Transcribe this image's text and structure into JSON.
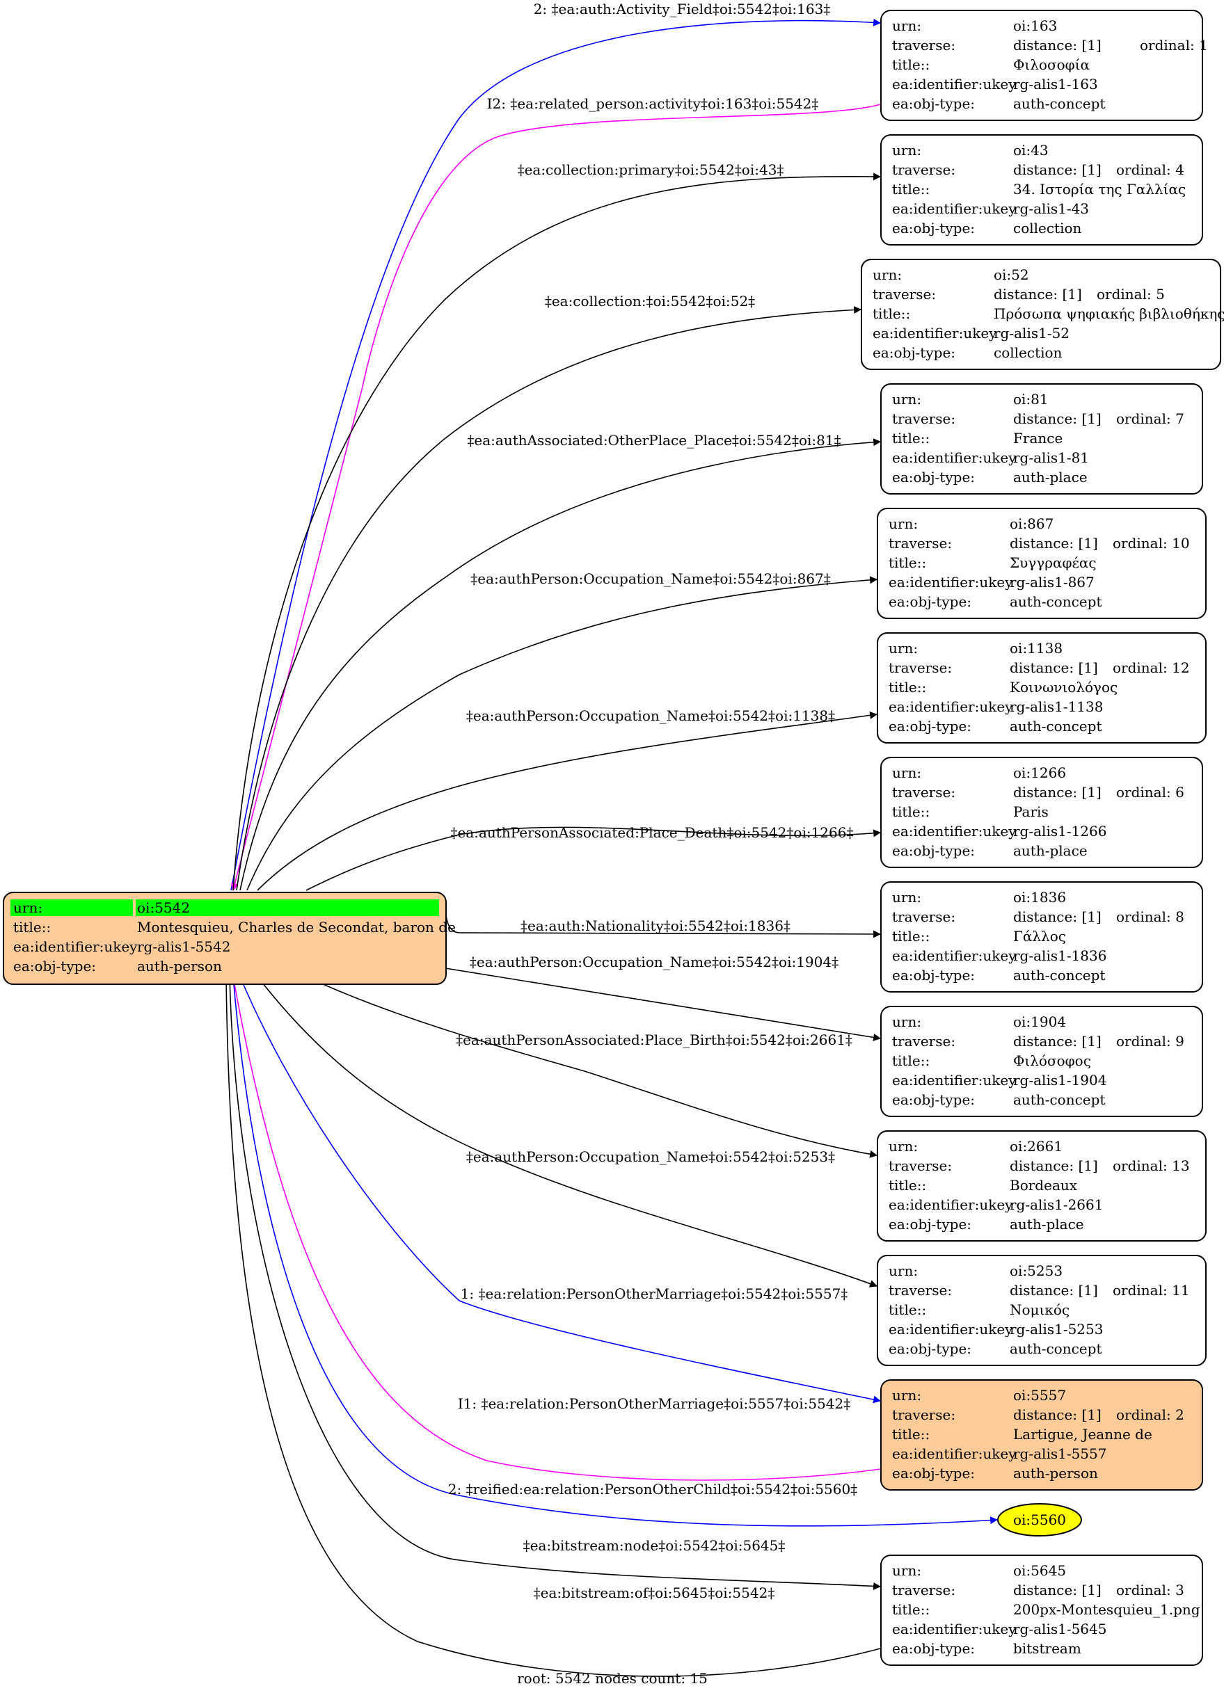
{
  "root": {
    "rows": [
      {
        "key": "urn:",
        "value": "oi:5542",
        "highlight": true
      },
      {
        "key": "title::",
        "value": "Montesquieu, Charles de Secondat, baron de"
      },
      {
        "key": "ea:identifier:ukey",
        "value": "rg-alis1-5542"
      },
      {
        "key": "ea:obj-type:",
        "value": "auth-person"
      }
    ],
    "fill": "#ffcc99",
    "highlight_color": "#00ff00"
  },
  "nodes": [
    {
      "id": "oi:163",
      "rows": [
        {
          "key": "urn:",
          "value": "oi:163"
        },
        {
          "key": "traverse:",
          "value": "distance: [1]",
          "extra": "ordinal: 1"
        },
        {
          "key": "title::",
          "value": "Φιλοσοφία"
        },
        {
          "key": "ea:identifier:ukey",
          "value": "rg-alis1-163"
        },
        {
          "key": "ea:obj-type:",
          "value": "auth-concept"
        }
      ]
    },
    {
      "id": "oi:43",
      "rows": [
        {
          "key": "urn:",
          "value": "oi:43"
        },
        {
          "key": "traverse:",
          "value": "distance: [1]",
          "extra": "ordinal: 4"
        },
        {
          "key": "title::",
          "value": "34. Ιστορία της Γαλλίας"
        },
        {
          "key": "ea:identifier:ukey",
          "value": "rg-alis1-43"
        },
        {
          "key": "ea:obj-type:",
          "value": "collection"
        }
      ]
    },
    {
      "id": "oi:52",
      "rows": [
        {
          "key": "urn:",
          "value": "oi:52"
        },
        {
          "key": "traverse:",
          "value": "distance: [1]",
          "extra": "ordinal: 5"
        },
        {
          "key": "title::",
          "value": "Πρόσωπα ψηφιακής βιβλιοθήκης"
        },
        {
          "key": "ea:identifier:ukey",
          "value": "rg-alis1-52"
        },
        {
          "key": "ea:obj-type:",
          "value": "collection"
        }
      ]
    },
    {
      "id": "oi:81",
      "rows": [
        {
          "key": "urn:",
          "value": "oi:81"
        },
        {
          "key": "traverse:",
          "value": "distance: [1]",
          "extra": "ordinal: 7"
        },
        {
          "key": "title::",
          "value": "France"
        },
        {
          "key": "ea:identifier:ukey",
          "value": "rg-alis1-81"
        },
        {
          "key": "ea:obj-type:",
          "value": "auth-place"
        }
      ]
    },
    {
      "id": "oi:867",
      "rows": [
        {
          "key": "urn:",
          "value": "oi:867"
        },
        {
          "key": "traverse:",
          "value": "distance: [1]",
          "extra": "ordinal: 10"
        },
        {
          "key": "title::",
          "value": "Συγγραφέας"
        },
        {
          "key": "ea:identifier:ukey",
          "value": "rg-alis1-867"
        },
        {
          "key": "ea:obj-type:",
          "value": "auth-concept"
        }
      ]
    },
    {
      "id": "oi:1138",
      "rows": [
        {
          "key": "urn:",
          "value": "oi:1138"
        },
        {
          "key": "traverse:",
          "value": "distance: [1]",
          "extra": "ordinal: 12"
        },
        {
          "key": "title::",
          "value": "Κοινωνιολόγος"
        },
        {
          "key": "ea:identifier:ukey",
          "value": "rg-alis1-1138"
        },
        {
          "key": "ea:obj-type:",
          "value": "auth-concept"
        }
      ]
    },
    {
      "id": "oi:1266",
      "rows": [
        {
          "key": "urn:",
          "value": "oi:1266"
        },
        {
          "key": "traverse:",
          "value": "distance: [1]",
          "extra": "ordinal: 6"
        },
        {
          "key": "title::",
          "value": "Paris"
        },
        {
          "key": "ea:identifier:ukey",
          "value": "rg-alis1-1266"
        },
        {
          "key": "ea:obj-type:",
          "value": "auth-place"
        }
      ]
    },
    {
      "id": "oi:1836",
      "rows": [
        {
          "key": "urn:",
          "value": "oi:1836"
        },
        {
          "key": "traverse:",
          "value": "distance: [1]",
          "extra": "ordinal: 8"
        },
        {
          "key": "title::",
          "value": "Γάλλος"
        },
        {
          "key": "ea:identifier:ukey",
          "value": "rg-alis1-1836"
        },
        {
          "key": "ea:obj-type:",
          "value": "auth-concept"
        }
      ]
    },
    {
      "id": "oi:1904",
      "rows": [
        {
          "key": "urn:",
          "value": "oi:1904"
        },
        {
          "key": "traverse:",
          "value": "distance: [1]",
          "extra": "ordinal: 9"
        },
        {
          "key": "title::",
          "value": "Φιλόσοφος"
        },
        {
          "key": "ea:identifier:ukey",
          "value": "rg-alis1-1904"
        },
        {
          "key": "ea:obj-type:",
          "value": "auth-concept"
        }
      ]
    },
    {
      "id": "oi:2661",
      "rows": [
        {
          "key": "urn:",
          "value": "oi:2661"
        },
        {
          "key": "traverse:",
          "value": "distance: [1]",
          "extra": "ordinal: 13"
        },
        {
          "key": "title::",
          "value": "Bordeaux"
        },
        {
          "key": "ea:identifier:ukey",
          "value": "rg-alis1-2661"
        },
        {
          "key": "ea:obj-type:",
          "value": "auth-place"
        }
      ]
    },
    {
      "id": "oi:5253",
      "rows": [
        {
          "key": "urn:",
          "value": "oi:5253"
        },
        {
          "key": "traverse:",
          "value": "distance: [1]",
          "extra": "ordinal: 11"
        },
        {
          "key": "title::",
          "value": "Νομικός"
        },
        {
          "key": "ea:identifier:ukey",
          "value": "rg-alis1-5253"
        },
        {
          "key": "ea:obj-type:",
          "value": "auth-concept"
        }
      ]
    },
    {
      "id": "oi:5557",
      "fill": "#ffcc99",
      "rows": [
        {
          "key": "urn:",
          "value": "oi:5557"
        },
        {
          "key": "traverse:",
          "value": "distance: [1]",
          "extra": "ordinal: 2"
        },
        {
          "key": "title::",
          "value": "Lartigue, Jeanne de"
        },
        {
          "key": "ea:identifier:ukey",
          "value": "rg-alis1-5557"
        },
        {
          "key": "ea:obj-type:",
          "value": "auth-person"
        }
      ]
    },
    {
      "id": "oi:5645",
      "rows": [
        {
          "key": "urn:",
          "value": "oi:5645"
        },
        {
          "key": "traverse:",
          "value": "distance: [1]",
          "extra": "ordinal: 3"
        },
        {
          "key": "title::",
          "value": "200px-Montesquieu_1.png"
        },
        {
          "key": "ea:identifier:ukey",
          "value": "rg-alis1-5645"
        },
        {
          "key": "ea:obj-type:",
          "value": "bitstream"
        }
      ]
    }
  ],
  "ellipse_node": {
    "label": "oi:5560",
    "fill": "#ffff00"
  },
  "edges": [
    {
      "label": "2: ‡ea:auth:Activity_Field‡oi:5542‡oi:163‡",
      "color": "#0000ff"
    },
    {
      "label": "I2: ‡ea:related_person:activity‡oi:163‡oi:5542‡",
      "color": "#ff00ff"
    },
    {
      "label": "‡ea:collection:primary‡oi:5542‡oi:43‡",
      "color": "#000000"
    },
    {
      "label": "‡ea:collection:‡oi:5542‡oi:52‡",
      "color": "#000000"
    },
    {
      "label": "‡ea:authAssociated:OtherPlace_Place‡oi:5542‡oi:81‡",
      "color": "#000000"
    },
    {
      "label": "‡ea:authPerson:Occupation_Name‡oi:5542‡oi:867‡",
      "color": "#000000"
    },
    {
      "label": "‡ea:authPerson:Occupation_Name‡oi:5542‡oi:1138‡",
      "color": "#000000"
    },
    {
      "label": "‡ea:authPersonAssociated:Place_Death‡oi:5542‡oi:1266‡",
      "color": "#000000"
    },
    {
      "label": "‡ea:auth:Nationality‡oi:5542‡oi:1836‡",
      "color": "#000000"
    },
    {
      "label": "‡ea:authPerson:Occupation_Name‡oi:5542‡oi:1904‡",
      "color": "#000000"
    },
    {
      "label": "‡ea:authPersonAssociated:Place_Birth‡oi:5542‡oi:2661‡",
      "color": "#000000"
    },
    {
      "label": "‡ea:authPerson:Occupation_Name‡oi:5542‡oi:5253‡",
      "color": "#000000"
    },
    {
      "label": "1: ‡ea:relation:PersonOtherMarriage‡oi:5542‡oi:5557‡",
      "color": "#0000ff"
    },
    {
      "label": "I1: ‡ea:relation:PersonOtherMarriage‡oi:5557‡oi:5542‡",
      "color": "#ff00ff"
    },
    {
      "label": "2: ‡reified:ea:relation:PersonOtherChild‡oi:5542‡oi:5560‡",
      "color": "#0000ff"
    },
    {
      "label": "‡ea:bitstream:node‡oi:5542‡oi:5645‡",
      "color": "#000000"
    },
    {
      "label": "‡ea:bitstream:of‡oi:5645‡oi:5542‡",
      "color": "#000000"
    }
  ],
  "footer": "root: 5542 nodes count: 15"
}
